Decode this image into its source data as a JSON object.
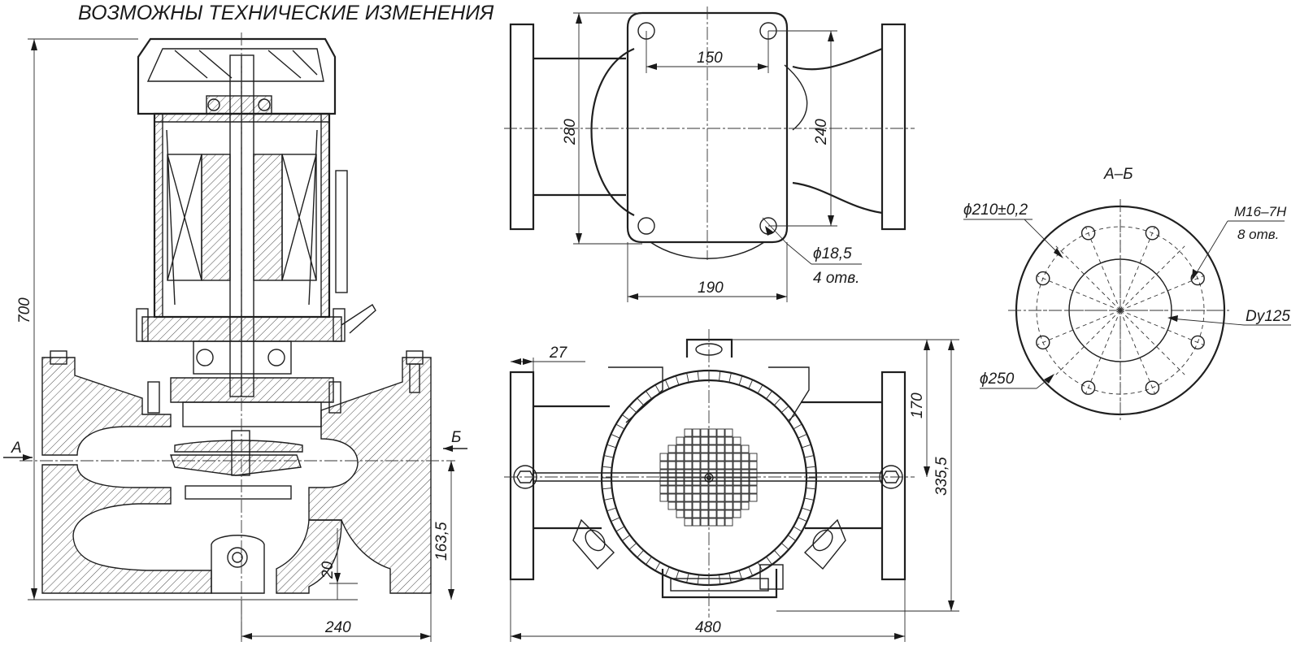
{
  "header": {
    "notice": "ВОЗМОЖНЫ ТЕХНИЧЕСКИЕ ИЗМЕНЕНИЯ"
  },
  "section_view": {
    "dim_height": "700",
    "dim_width": "240",
    "dim_axis_height": "163,5",
    "dim_small": "20",
    "marker_left": "А",
    "marker_right": "Б"
  },
  "top_view": {
    "dim_150": "150",
    "dim_280": "280",
    "dim_240": "240",
    "dim_190": "190",
    "hole_dia": "ϕ18,5",
    "hole_count": "4 отв."
  },
  "front_view": {
    "dim_27": "27",
    "dim_170": "170",
    "dim_335": "335,5",
    "dim_480": "480"
  },
  "flange_view": {
    "title": "А–Б",
    "bolt_circle": "ϕ210±0,2",
    "thread": "M16–7H",
    "thread_count": "8 отв.",
    "nominal": "Dy125",
    "outer_dia": "ϕ250"
  }
}
